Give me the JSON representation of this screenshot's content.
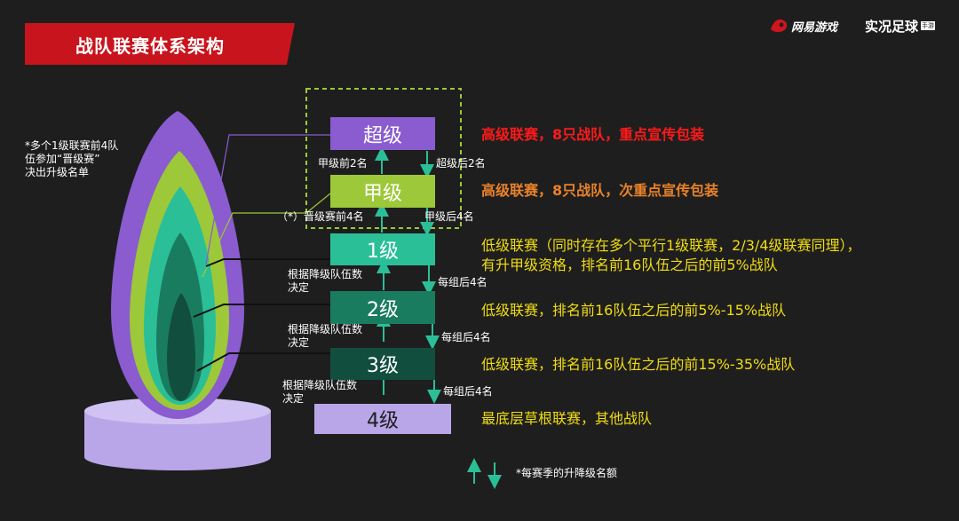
{
  "title": "战队联赛体系架构",
  "brand": {
    "netease": "网易游戏",
    "game": "实况足球",
    "game_sub": "手游"
  },
  "left_note": [
    "*多个1级联赛前4队",
    "伍参加“晋级赛”",
    "决出升级名单"
  ],
  "tiers": [
    {
      "label": "超级",
      "color": "#8a5ccf",
      "description": "高级联赛，8只战队，重点宣传包装",
      "desc_color": "#ff1a1a"
    },
    {
      "label": "甲级",
      "color": "#9dc83a",
      "description": "高级联赛，8只战队，次重点宣传包装",
      "desc_color": "#e8822a"
    },
    {
      "label": "1级",
      "color": "#2bbf98",
      "description": [
        "低级联赛（同时存在多个平行1级联赛，2/3/4级联赛同理），",
        "有升甲级资格，排名前16队伍之后的前5%战队"
      ],
      "desc_color": "#f0dc14"
    },
    {
      "label": "2级",
      "color": "#1a7c5e",
      "description": "低级联赛，排名前16队伍之后的前5%-15%战队",
      "desc_color": "#f0dc14"
    },
    {
      "label": "3级",
      "color": "#124e3e",
      "description": "低级联赛，排名前16队伍之后的前15%-35%战队",
      "desc_color": "#f0dc14"
    },
    {
      "label": "4级",
      "color": "#b9a6e8",
      "description": "最底层草根联赛，其他战队",
      "desc_color": "#f0dc14"
    }
  ],
  "transitions": {
    "super_up": "甲级前2名",
    "super_down": "超级后2名",
    "jia_up": "（*）晋级赛前4名",
    "jia_down": "甲级后4名",
    "l1_up": [
      "根据降级队伍数",
      "决定"
    ],
    "l1_down": "每组后4名",
    "l2_up": [
      "根据降级队伍数",
      "决定"
    ],
    "l2_down": "每组后4名",
    "l3_up": [
      "根据降级队伍数",
      "决定"
    ],
    "l3_down": "每组后4名"
  },
  "legend": "*每赛季的升降级名额",
  "colors": {
    "arrow": "#2bbf98",
    "dashed_box": "#9dc83a",
    "banner": "#c8141c"
  }
}
